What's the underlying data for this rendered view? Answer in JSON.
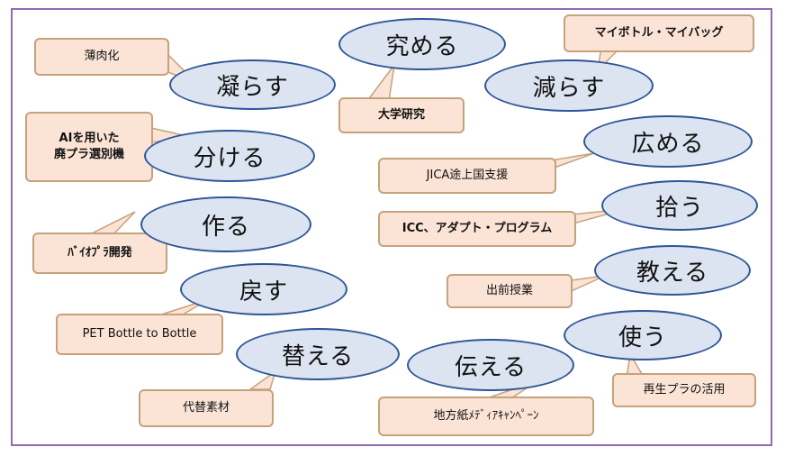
{
  "actions": {
    "gyoraseru": "凝らす",
    "kiwameru": "究める",
    "herasu": "減らす",
    "wakeru": "分ける",
    "hiromeru": "広める",
    "tsukuru": "作る",
    "hirou": "拾う",
    "modosu": "戻す",
    "oshieru": "教える",
    "kaeru": "替える",
    "tsutaeru": "伝える",
    "tsukau": "使う"
  },
  "notes": {
    "hakunikuka": "薄肉化",
    "daigaku": "大学研究",
    "mybottle": "マイボトル・マイバッグ",
    "ai_line1": "AIを用いた",
    "ai_line2": "廃プラ選別機",
    "jica": "JICA途上国支援",
    "bioplastic": "ﾊﾞｲｵﾌﾟﾗ開発",
    "icc": "ICC、アダプト・プログラム",
    "pet": "PET Bottle to Bottle",
    "demae": "出前授業",
    "daitai": "代替素材",
    "chiho": "地方紙ﾒﾃﾞｨｱｷｬﾝﾍﾟｰﾝ",
    "saisei": "再生プラの活用"
  },
  "colors": {
    "ellipse_fill": "#dbe4f0",
    "ellipse_border": "#2f5597",
    "note_fill": "#fbe4d5",
    "note_border": "#c5a27c",
    "frame_border": "#8e6bb2"
  }
}
